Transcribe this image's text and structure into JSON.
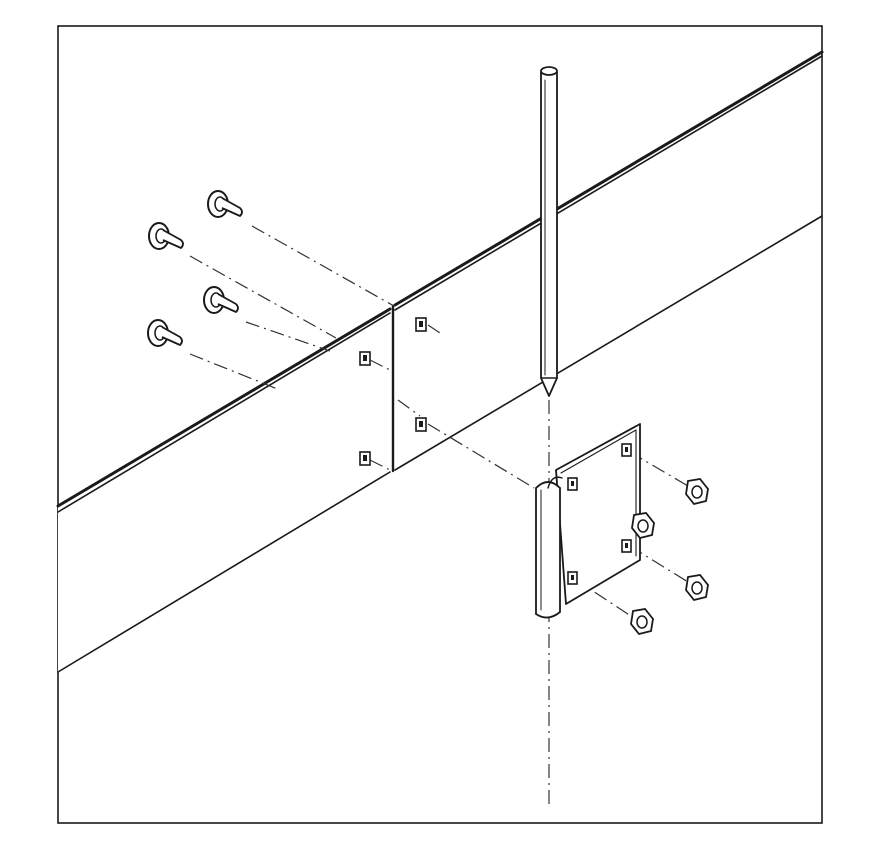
{
  "diagram": {
    "kind": "exploded-assembly",
    "labels": [],
    "components": [
      {
        "name": "edging-panel-left",
        "count": 1
      },
      {
        "name": "edging-panel-right",
        "count": 1
      },
      {
        "name": "ground-stake",
        "count": 1
      },
      {
        "name": "stake-bracket-plate",
        "count": 1
      },
      {
        "name": "carriage-bolt",
        "count": 4
      },
      {
        "name": "hex-nut",
        "count": 4
      },
      {
        "name": "square-bolt-hole",
        "count": 8
      }
    ],
    "colors": {
      "stroke": "#1a1a1a",
      "background": "#ffffff"
    }
  }
}
